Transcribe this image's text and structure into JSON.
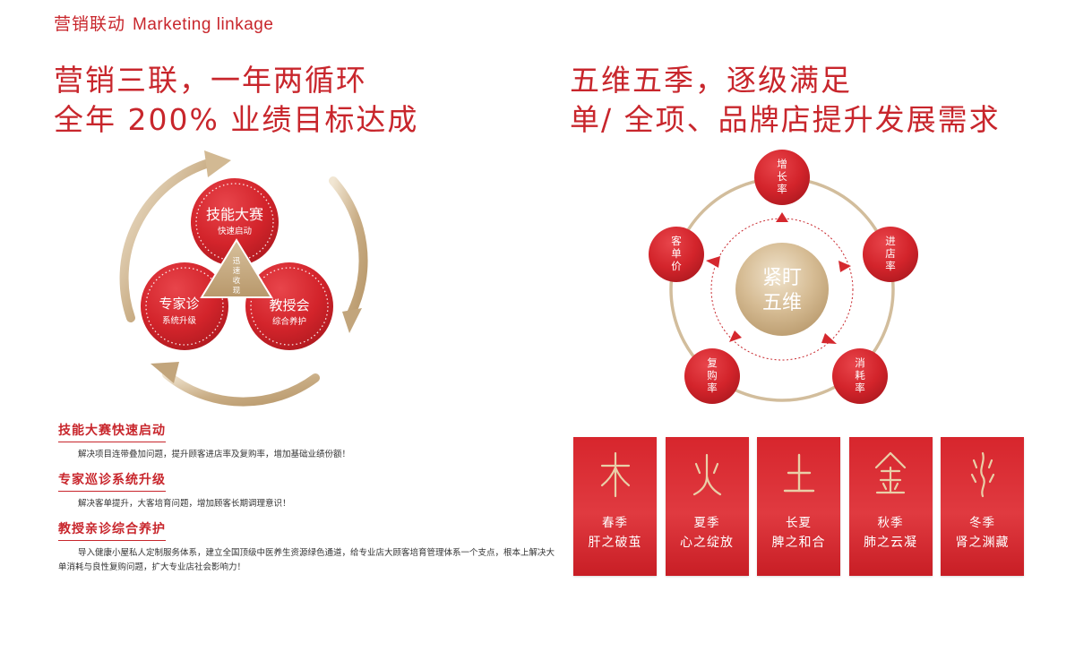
{
  "header": {
    "cn": "营销联动",
    "en": "Marketing linkage"
  },
  "left": {
    "headline_line1": "营销三联，一年两循环",
    "headline_line2": "全年 200% 业绩目标达成",
    "center_label": [
      "迅",
      "速",
      "收",
      "现"
    ],
    "circles": [
      {
        "title": "技能大赛",
        "subtitle": "快速启动"
      },
      {
        "title": "专家诊",
        "subtitle": "系统升级"
      },
      {
        "title": "教授会",
        "subtitle": "综合养护"
      }
    ]
  },
  "right": {
    "headline_line1": "五维五季，逐级满足",
    "headline_line2": "单/ 全项、品牌店提升发展需求",
    "center": [
      "紧盯",
      "五维"
    ],
    "nodes": [
      {
        "label": [
          "增",
          "长",
          "率"
        ]
      },
      {
        "label": [
          "进",
          "店",
          "率"
        ]
      },
      {
        "label": [
          "消",
          "耗",
          "率"
        ]
      },
      {
        "label": [
          "复",
          "购",
          "率"
        ]
      },
      {
        "label": [
          "客",
          "单",
          "价"
        ]
      }
    ]
  },
  "features": [
    {
      "title": "技能大赛快速启动",
      "desc": "解决项目连带叠加问题，提升顾客进店率及复购率，增加基础业绩份额！"
    },
    {
      "title": "专家巡诊系统升级",
      "desc": "解决客单提升，大客培育问题，增加顾客长期调理意识！"
    },
    {
      "title": "教授亲诊综合养护",
      "desc": "导入健康小屋私人定制服务体系，建立全国顶级中医养生资源绿色通道，给专业店大顾客培育管理体系一个支点，根本上解决大单消耗与良性复购问题，扩大专业店社会影响力！"
    }
  ],
  "seasons": [
    {
      "glyph": "wood-seal-glyph",
      "name": "春季",
      "sub": "肝之破茧"
    },
    {
      "glyph": "fire-seal-glyph",
      "name": "夏季",
      "sub": "心之绽放"
    },
    {
      "glyph": "earth-seal-glyph",
      "name": "长夏",
      "sub": "脾之和合"
    },
    {
      "glyph": "metal-seal-glyph",
      "name": "秋季",
      "sub": "肺之云凝"
    },
    {
      "glyph": "water-seal-glyph",
      "name": "冬季",
      "sub": "肾之渊藏"
    }
  ],
  "colors": {
    "brand_red": "#c8262c",
    "gold": "#c7ab82",
    "gold_light": "#e6d3b3",
    "card_red": "#d7262d"
  }
}
